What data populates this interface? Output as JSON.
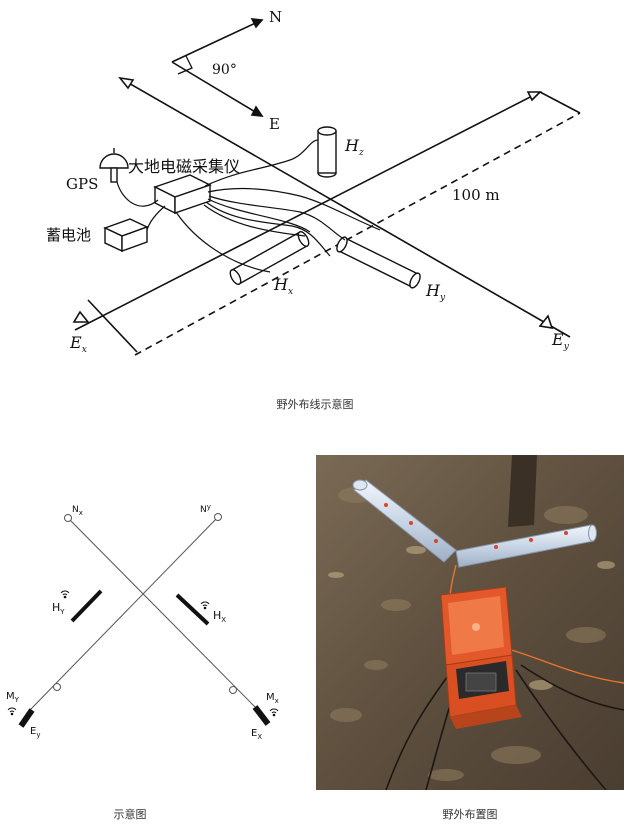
{
  "top_diagram": {
    "compass": {
      "north": "N",
      "east": "E",
      "angle": "90°"
    },
    "labels": {
      "gps": "GPS",
      "instrument": "大地电磁采集仪",
      "battery": "蓄电池",
      "hz": "H",
      "hz_sub": "z",
      "hx": "H",
      "hx_sub": "x",
      "hy": "H",
      "hy_sub": "y",
      "ex": "E",
      "ex_sub": "x",
      "ey": "E",
      "ey_sub": "y",
      "distance": "100 m"
    },
    "caption": "野外布线示意图"
  },
  "schematic": {
    "labels": {
      "nx": "N",
      "nx_sub": "x",
      "ny": "N",
      "ny_sub": "y",
      "hy": "H",
      "hy_sub": "Y",
      "hx": "H",
      "hx_sub": "X",
      "my": "M",
      "my_sub": "Y",
      "mx": "M",
      "mx_sub": "x",
      "ey": "E",
      "ey_sub": "y",
      "ex": "E",
      "ex_sub": "X"
    },
    "caption": "示意图"
  },
  "photo": {
    "caption": "野外布置图"
  },
  "colors": {
    "line": "#111111",
    "case_orange": "#e2582a",
    "pipe_light": "#d8e3f0",
    "ground": "#6b5a47"
  }
}
